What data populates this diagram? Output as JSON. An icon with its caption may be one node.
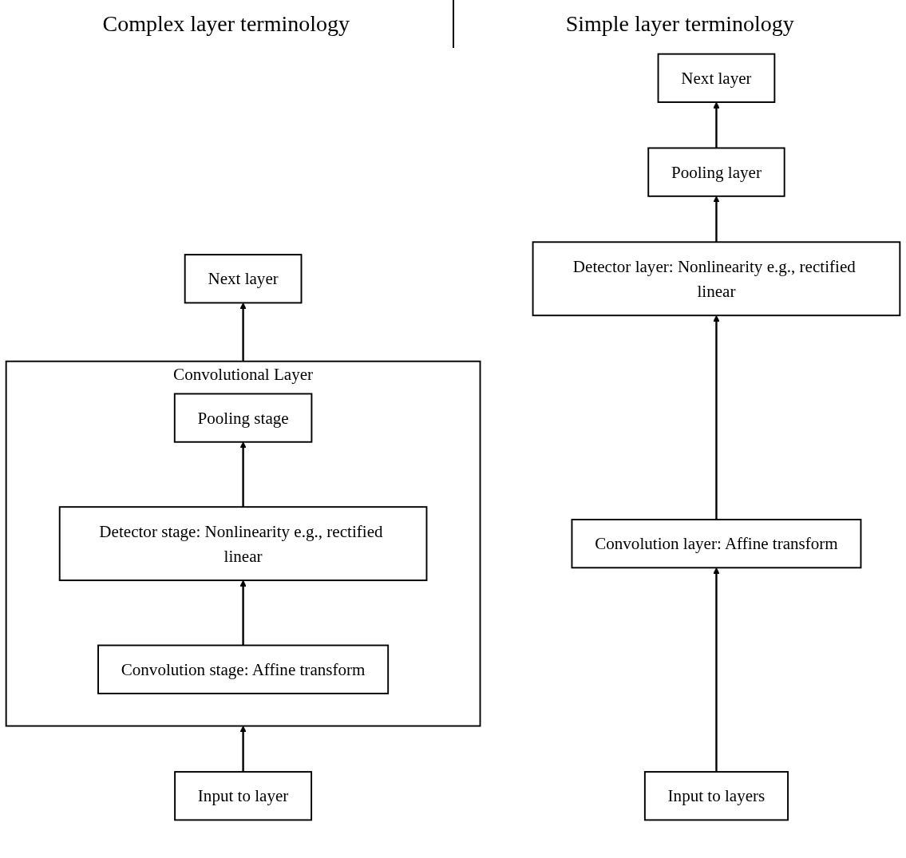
{
  "diagram": {
    "nodes": [
      {
        "text": [
          "Next layer"
        ]
      },
      {
        "text": [
          "Convolutional Layer"
        ]
      },
      {
        "text": [
          "Pooling stage"
        ],
        "in": 1
      },
      {
        "text": [
          "Detector stage: Nonlinearity e.g., rectified linear"
        ],
        "in": 1
      },
      {
        "text": [
          "Convolution stage: Affine transform"
        ],
        "in": 1
      },
      {
        "text": [
          "Input to layer"
        ]
      },
      {
        "text": [
          "Next layer"
        ]
      },
      {
        "text": [
          "Pooling layer"
        ]
      },
      {
        "text": [
          "Detector layer: Nonlinearity e.g., rectified linear"
        ]
      },
      {
        "text": [
          "Convolution layer: Affine transform"
        ]
      },
      {
        "text": [
          "Input to layers"
        ]
      }
    ],
    "edges": [
      {
        "from": 5,
        "to": 1,
        "arrow": "to"
      },
      {
        "from": 4,
        "to": 3,
        "arrow": "to"
      },
      {
        "from": 3,
        "to": 2,
        "arrow": "to"
      },
      {
        "from": 1,
        "to": 0,
        "arrow": "to"
      },
      {
        "from": 10,
        "to": 9,
        "arrow": "to"
      },
      {
        "from": 9,
        "to": 8,
        "arrow": "to"
      },
      {
        "from": 8,
        "to": 7,
        "arrow": "to"
      },
      {
        "from": 7,
        "to": 6,
        "arrow": "to"
      }
    ],
    "labels": [
      "Complex layer terminology",
      "Simple layer terminology"
    ]
  }
}
